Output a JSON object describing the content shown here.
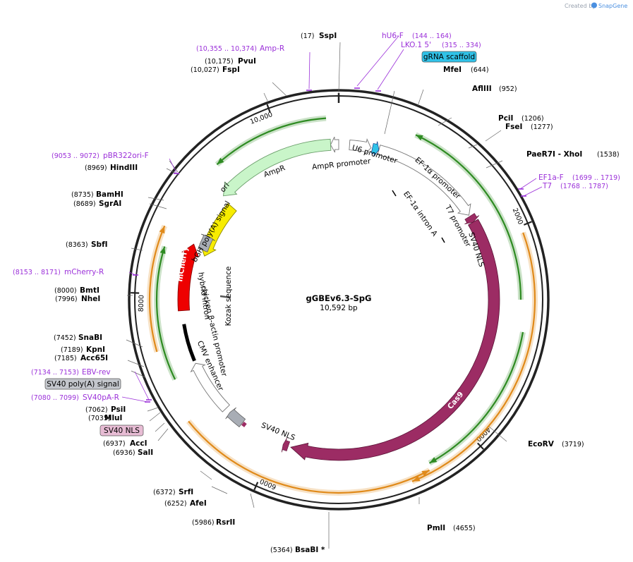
{
  "credit": {
    "created_by": "Created by",
    "brand": "SnapGene"
  },
  "plasmid": {
    "name": "gGBEv6.3-SpG",
    "size": "10,592 bp"
  },
  "ticks": [
    {
      "label": "2000",
      "bp": 2000
    },
    {
      "label": "4000",
      "bp": 4000
    },
    {
      "label": "6000",
      "bp": 6000
    },
    {
      "label": "8000",
      "bp": 8000
    },
    {
      "label": "10,000",
      "bp": 10000
    }
  ],
  "enzymes": [
    {
      "name": "SspI",
      "pos": "(17)"
    },
    {
      "name": "MfeI",
      "pos": "(644)"
    },
    {
      "name": "AflIII",
      "pos": "(952)"
    },
    {
      "name": "PciI",
      "pos": "(1206)"
    },
    {
      "name": "FseI",
      "pos": "(1277)"
    },
    {
      "name": "PaeR7I - XhoI",
      "pos": "(1538)"
    },
    {
      "name": "EcoRV",
      "pos": "(3719)"
    },
    {
      "name": "PmlI",
      "pos": "(4655)"
    },
    {
      "name": "BsaBI *",
      "pos": "(5364)"
    },
    {
      "name": "RsrII",
      "pos": "(5986)"
    },
    {
      "name": "AfeI",
      "pos": "(6252)"
    },
    {
      "name": "SrfI",
      "pos": "(6372)"
    },
    {
      "name": "SalI",
      "pos": "(6936)"
    },
    {
      "name": "AccI",
      "pos": "(6937)"
    },
    {
      "name": "MluI",
      "pos": "(7035)"
    },
    {
      "name": "PsiI",
      "pos": "(7062)"
    },
    {
      "name": "Acc65I",
      "pos": "(7185)"
    },
    {
      "name": "KpnI",
      "pos": "(7189)"
    },
    {
      "name": "SnaBI",
      "pos": "(7452)"
    },
    {
      "name": "NheI",
      "pos": "(7996)"
    },
    {
      "name": "BmtI",
      "pos": "(8000)"
    },
    {
      "name": "SbfI",
      "pos": "(8363)"
    },
    {
      "name": "SgrAI",
      "pos": "(8689)"
    },
    {
      "name": "BamHI",
      "pos": "(8735)"
    },
    {
      "name": "HindIII",
      "pos": "(8969)"
    },
    {
      "name": "FspI",
      "pos": "(10,027)"
    },
    {
      "name": "PvuI",
      "pos": "(10,175)"
    }
  ],
  "primers": [
    {
      "name": "hU6-F",
      "pos": "(144 .. 164)"
    },
    {
      "name": "LKO.1 5'",
      "pos": "(315 .. 334)"
    },
    {
      "name": "Amp-R",
      "pos": "(10,355 .. 10,374)"
    },
    {
      "name": "EF1a-F",
      "pos": "(1699 .. 1719)"
    },
    {
      "name": "T7",
      "pos": "(1768 .. 1787)"
    },
    {
      "name": "pBR322ori-F",
      "pos": "(9053 .. 9072)"
    },
    {
      "name": "mCherry-R",
      "pos": "(8153 .. 8171)"
    },
    {
      "name": "EBV-rev",
      "pos": "(7134 .. 7153)"
    },
    {
      "name": "SV40pA-R",
      "pos": "(7080 .. 7099)"
    }
  ],
  "boxed_features": [
    {
      "name": "gRNA scaffold",
      "color": "#30c2e8"
    },
    {
      "name": "SV40 poly(A) signal",
      "color": "#c3c6cc"
    },
    {
      "name": "SV40 NLS",
      "color": "#e7bcd4"
    }
  ],
  "features": [
    {
      "name": "U6 promoter"
    },
    {
      "name": "EF-1α promoter"
    },
    {
      "name": "EF-1α intron A"
    },
    {
      "name": "T7 promoter"
    },
    {
      "name": "SV40 NLS"
    },
    {
      "name": "Cas9",
      "color": "#9c2c64"
    },
    {
      "name": "SV40 NLS"
    },
    {
      "name": "CMV enhancer"
    },
    {
      "name": "chicken β-actin promoter"
    },
    {
      "name": "hybrid intron"
    },
    {
      "name": "Kozak sequence"
    },
    {
      "name": "mCherry",
      "color": "#ee0000"
    },
    {
      "name": "bGH poly(A) signal"
    },
    {
      "name": "ori",
      "color": "#f7ec00"
    },
    {
      "name": "AmpR",
      "color": "#c9f5c9"
    },
    {
      "name": "AmpR promoter"
    }
  ],
  "colors": {
    "enzyme": "#000000",
    "primer": "#9b30d9",
    "orf_green": "#2e8b22",
    "orf_orange": "#e08a1a",
    "cas9": "#9c2c64",
    "backbone": "#222222"
  }
}
